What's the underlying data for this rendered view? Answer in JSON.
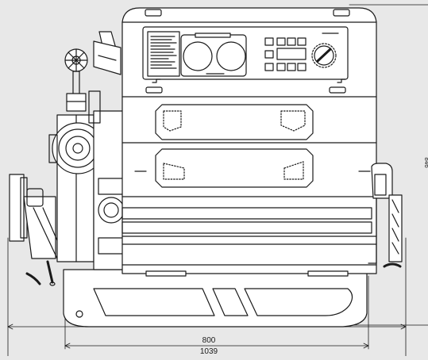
{
  "dimensions": {
    "inner_width": "800",
    "outer_width": "1039",
    "height_partial": "846"
  },
  "colors": {
    "background": "#e8e8e8",
    "line": "#1a1a1a",
    "panel": "#ffffff"
  }
}
